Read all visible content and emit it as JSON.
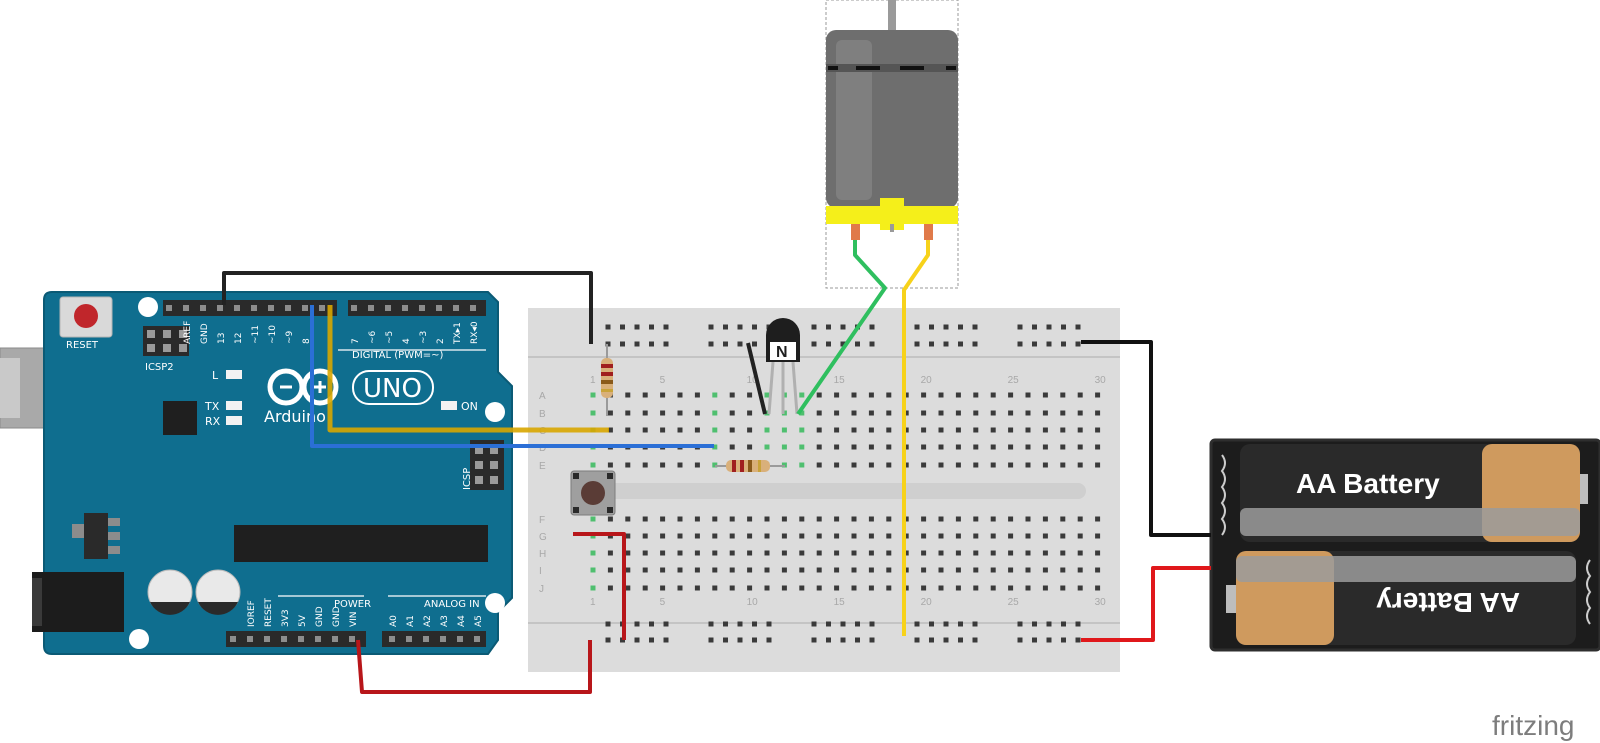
{
  "arduino": {
    "reset_label": "RESET",
    "icsp2_label": "ICSP2",
    "icsp_label": "ICSP",
    "model_label": "UNO",
    "brand_label": "Arduino",
    "digital_label": "DIGITAL (PWM=~)",
    "led_l_label": "L",
    "led_tx_label": "TX",
    "led_rx_label": "RX",
    "led_on_label": "ON",
    "power_label": "POWER",
    "analog_label": "ANALOG IN",
    "top_pin_labels": [
      "AREF",
      "GND",
      "13",
      "12",
      "~11",
      "~10",
      "~9",
      "8",
      "7",
      "~6",
      "~5",
      "4",
      "~3",
      "2",
      "TX▸1",
      "RX◂0"
    ],
    "power_pin_labels": [
      "IOREF",
      "RESET",
      "3V3",
      "5V",
      "GND",
      "GND",
      "VIN"
    ],
    "analog_pin_labels": [
      "A0",
      "A1",
      "A2",
      "A3",
      "A4",
      "A5"
    ]
  },
  "breadboard": {
    "row_letters_top": [
      "A",
      "B",
      "C",
      "D",
      "E"
    ],
    "row_letters_bottom": [
      "F",
      "G",
      "H",
      "I",
      "J"
    ],
    "column_numbers": [
      "1",
      "5",
      "10",
      "15",
      "20",
      "25",
      "30"
    ]
  },
  "transistor": {
    "label": "N"
  },
  "battery": {
    "label_top": "AA Battery",
    "label_bottom": "AA Battery"
  },
  "watermark": "fritzing",
  "colors": {
    "arduino_board": "#0f6e8f",
    "breadboard": "#dcdcdc",
    "wire_black": "#222222",
    "wire_red": "#e0181b",
    "wire_yellow": "#f2c500",
    "wire_blue": "#2b6fd6",
    "wire_green": "#2fbf5f",
    "motor_body": "#6e6e6e",
    "motor_mount": "#f5ef1a",
    "battery_copper": "#cf9a5e"
  }
}
